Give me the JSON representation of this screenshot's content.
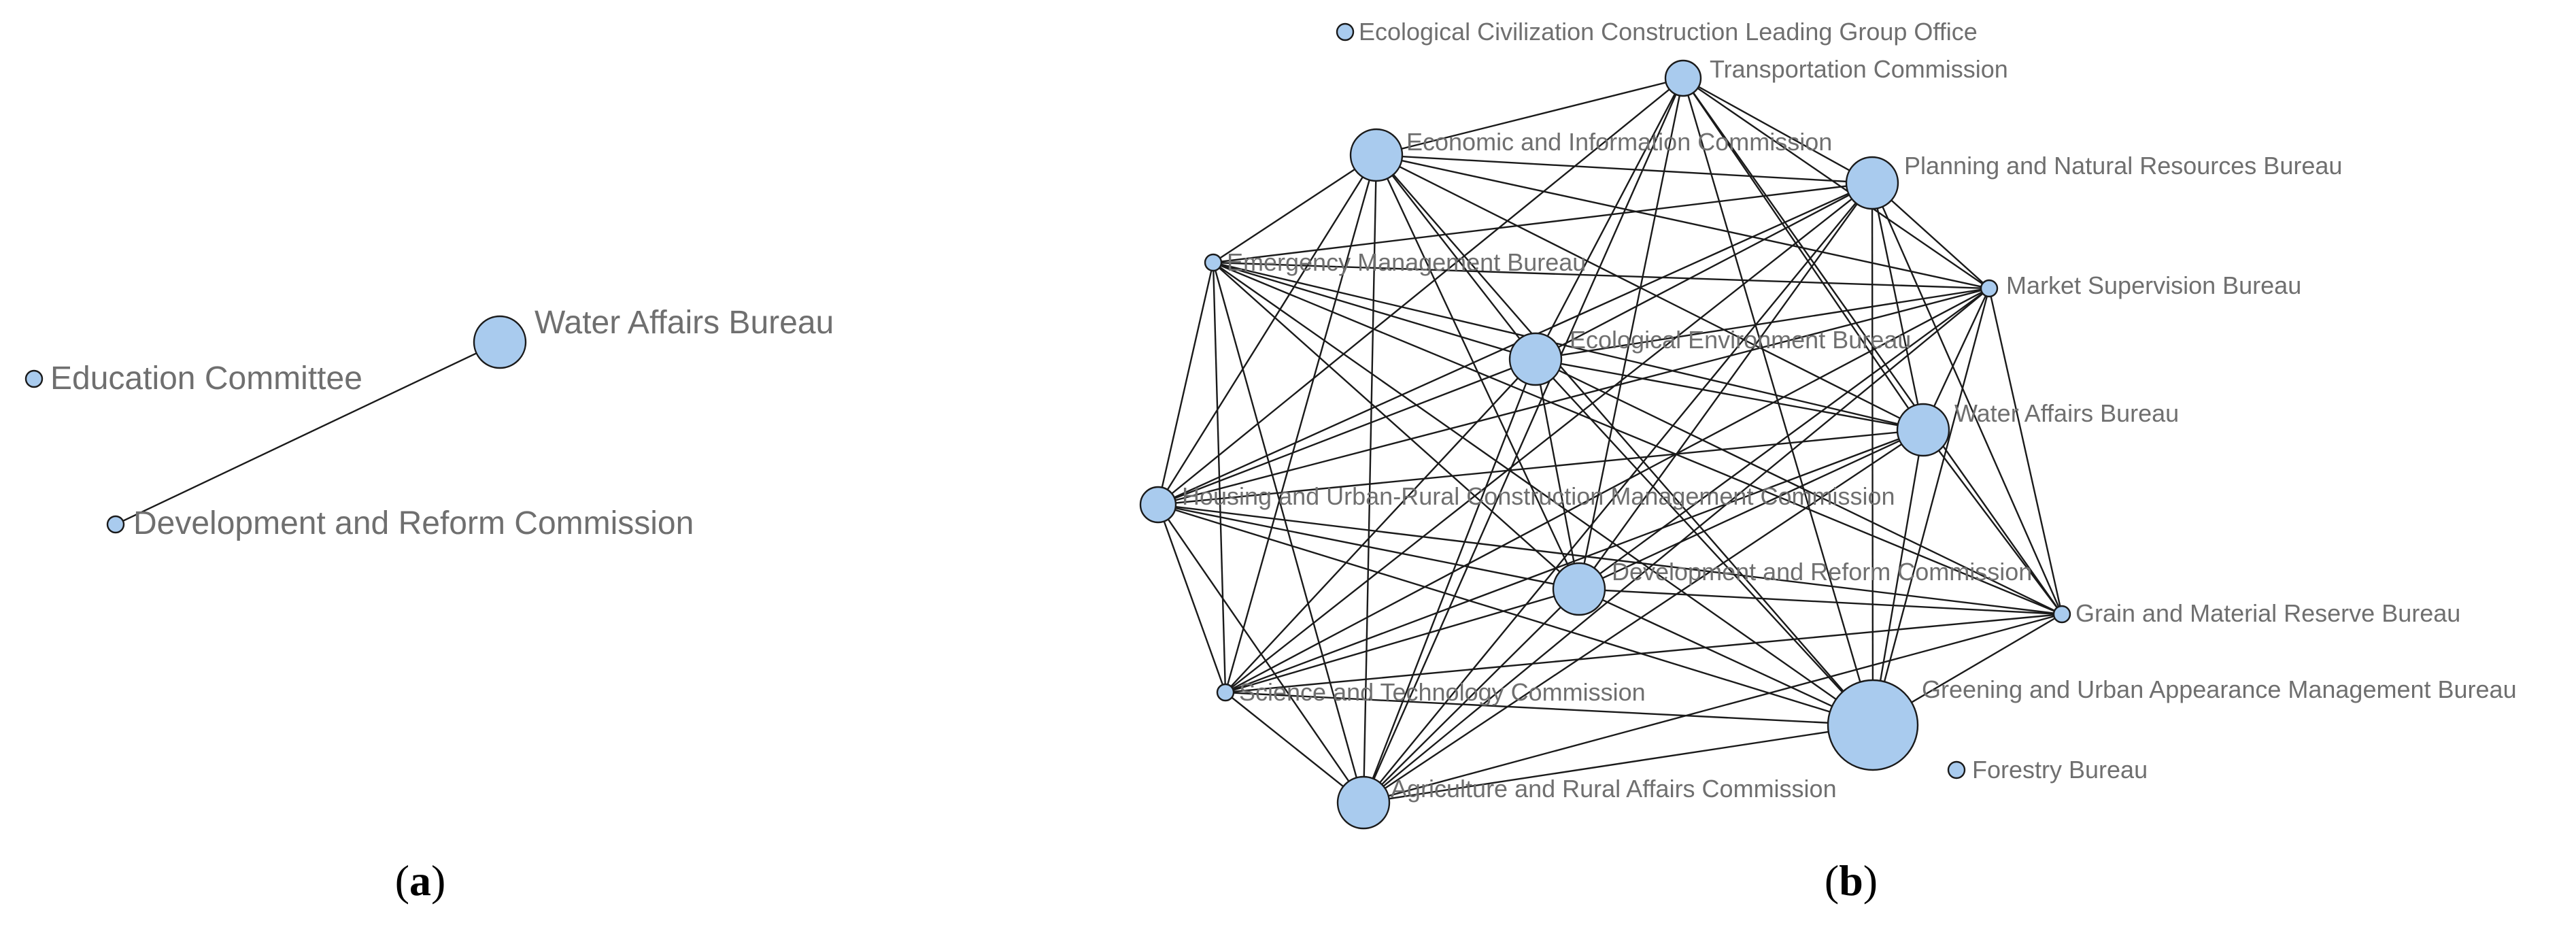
{
  "panels": [
    {
      "label": "a",
      "nodes": [
        {
          "id": "edu",
          "name": "Education Committee",
          "size": "small"
        },
        {
          "id": "water",
          "name": "Water Affairs Bureau",
          "size": "large"
        },
        {
          "id": "drc",
          "name": "Development and Reform Commission",
          "size": "small"
        }
      ],
      "edges": [
        [
          "water",
          "drc"
        ]
      ]
    },
    {
      "label": "b",
      "nodes": [
        {
          "id": "eco_civ",
          "name": "Ecological Civilization Construction Leading Group Office",
          "size": "small"
        },
        {
          "id": "trans",
          "name": "Transportation Commission",
          "size": "medium"
        },
        {
          "id": "econ",
          "name": "Economic and Information Commission",
          "size": "large"
        },
        {
          "id": "plan",
          "name": "Planning and Natural Resources Bureau",
          "size": "large"
        },
        {
          "id": "emerg",
          "name": "Emergency Management Bureau",
          "size": "small"
        },
        {
          "id": "market",
          "name": "Market Supervision Bureau",
          "size": "small"
        },
        {
          "id": "ecoenv",
          "name": "Ecological Environment Bureau",
          "size": "large"
        },
        {
          "id": "water",
          "name": "Water Affairs Bureau",
          "size": "large"
        },
        {
          "id": "housing",
          "name": "Housing and Urban-Rural Construction Management Commission",
          "size": "medium"
        },
        {
          "id": "drc",
          "name": "Development and Reform Commission",
          "size": "large"
        },
        {
          "id": "grain",
          "name": "Grain and Material Reserve Bureau",
          "size": "small"
        },
        {
          "id": "sci",
          "name": "Science and Technology Commission",
          "size": "small"
        },
        {
          "id": "green",
          "name": "Greening and Urban Appearance Management Bureau",
          "size": "xlarge"
        },
        {
          "id": "forest",
          "name": "Forestry Bureau",
          "size": "small"
        },
        {
          "id": "agri",
          "name": "Agriculture and Rural Affairs Commission",
          "size": "large"
        }
      ],
      "edges": [
        [
          "trans",
          "econ"
        ],
        [
          "trans",
          "plan"
        ],
        [
          "trans",
          "market"
        ],
        [
          "trans",
          "ecoenv"
        ],
        [
          "trans",
          "water"
        ],
        [
          "trans",
          "housing"
        ],
        [
          "trans",
          "drc"
        ],
        [
          "trans",
          "grain"
        ],
        [
          "trans",
          "green"
        ],
        [
          "trans",
          "agri"
        ],
        [
          "econ",
          "plan"
        ],
        [
          "econ",
          "market"
        ],
        [
          "econ",
          "ecoenv"
        ],
        [
          "econ",
          "water"
        ],
        [
          "econ",
          "housing"
        ],
        [
          "econ",
          "drc"
        ],
        [
          "econ",
          "sci"
        ],
        [
          "econ",
          "green"
        ],
        [
          "econ",
          "agri"
        ],
        [
          "econ",
          "emerg"
        ],
        [
          "plan",
          "market"
        ],
        [
          "plan",
          "ecoenv"
        ],
        [
          "plan",
          "water"
        ],
        [
          "plan",
          "housing"
        ],
        [
          "plan",
          "drc"
        ],
        [
          "plan",
          "grain"
        ],
        [
          "plan",
          "sci"
        ],
        [
          "plan",
          "green"
        ],
        [
          "plan",
          "agri"
        ],
        [
          "plan",
          "emerg"
        ],
        [
          "emerg",
          "market"
        ],
        [
          "emerg",
          "ecoenv"
        ],
        [
          "emerg",
          "water"
        ],
        [
          "emerg",
          "housing"
        ],
        [
          "emerg",
          "drc"
        ],
        [
          "emerg",
          "grain"
        ],
        [
          "emerg",
          "sci"
        ],
        [
          "emerg",
          "green"
        ],
        [
          "emerg",
          "agri"
        ],
        [
          "market",
          "ecoenv"
        ],
        [
          "market",
          "water"
        ],
        [
          "market",
          "housing"
        ],
        [
          "market",
          "drc"
        ],
        [
          "market",
          "grain"
        ],
        [
          "market",
          "sci"
        ],
        [
          "market",
          "green"
        ],
        [
          "market",
          "agri"
        ],
        [
          "ecoenv",
          "water"
        ],
        [
          "ecoenv",
          "housing"
        ],
        [
          "ecoenv",
          "drc"
        ],
        [
          "ecoenv",
          "grain"
        ],
        [
          "ecoenv",
          "sci"
        ],
        [
          "ecoenv",
          "green"
        ],
        [
          "ecoenv",
          "agri"
        ],
        [
          "water",
          "housing"
        ],
        [
          "water",
          "drc"
        ],
        [
          "water",
          "grain"
        ],
        [
          "water",
          "sci"
        ],
        [
          "water",
          "green"
        ],
        [
          "water",
          "agri"
        ],
        [
          "housing",
          "drc"
        ],
        [
          "housing",
          "grain"
        ],
        [
          "housing",
          "sci"
        ],
        [
          "housing",
          "green"
        ],
        [
          "housing",
          "agri"
        ],
        [
          "drc",
          "grain"
        ],
        [
          "drc",
          "sci"
        ],
        [
          "drc",
          "green"
        ],
        [
          "drc",
          "agri"
        ],
        [
          "grain",
          "sci"
        ],
        [
          "grain",
          "green"
        ],
        [
          "grain",
          "agri"
        ],
        [
          "sci",
          "green"
        ],
        [
          "sci",
          "agri"
        ],
        [
          "green",
          "agri"
        ]
      ]
    }
  ],
  "colors": {
    "node_fill": "#a9cbee",
    "node_stroke": "#1a1a1a",
    "edge": "#1a1a1a",
    "label": "#6f6f6f"
  }
}
